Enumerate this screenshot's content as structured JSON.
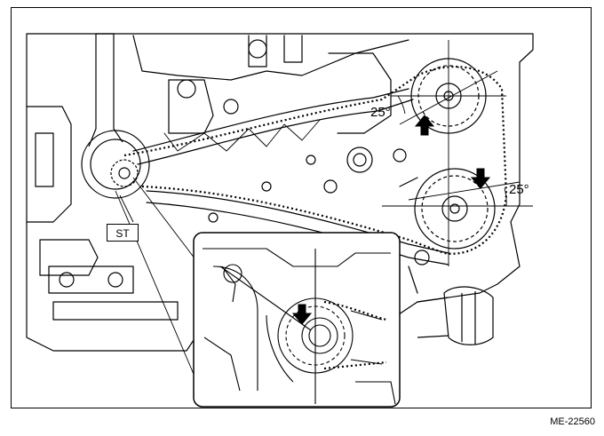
{
  "labels": {
    "angle_upper": "25°",
    "angle_lower": "25°",
    "tool": "ST",
    "figure_code": "ME-22560"
  },
  "icons": {
    "arrow": "down-arrow-icon",
    "arrow_up": "up-arrow-icon"
  },
  "colors": {
    "line": "#000000",
    "background": "#ffffff"
  }
}
